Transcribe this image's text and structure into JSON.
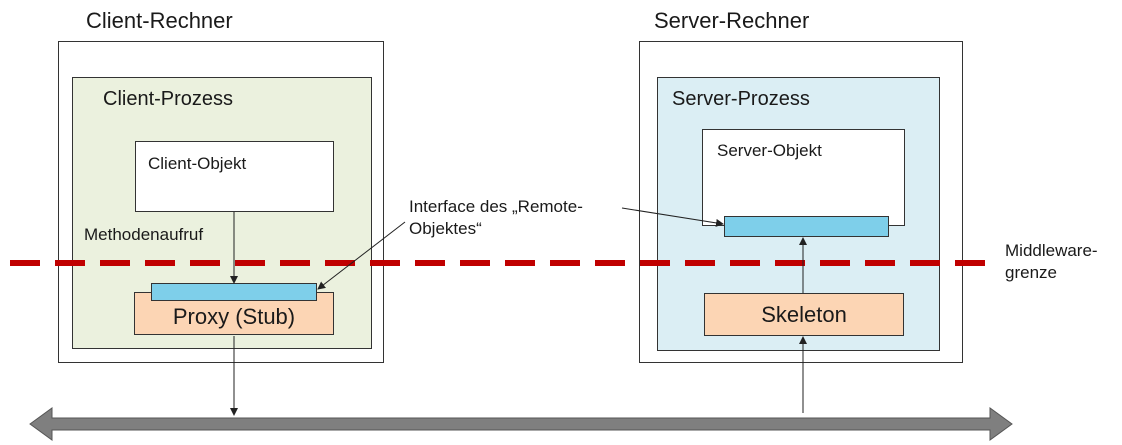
{
  "client": {
    "machine_label": "Client-Rechner",
    "process_label": "Client-Prozess",
    "object_label": "Client-Objekt",
    "proxy_label": "Proxy (Stub)",
    "call_label": "Methodenaufruf"
  },
  "server": {
    "machine_label": "Server-Rechner",
    "process_label": "Server-Prozess",
    "object_label": "Server-Objekt",
    "skeleton_label": "Skeleton"
  },
  "interface_label": {
    "line1": "Interface des „Remote-",
    "line2": "Objektes“"
  },
  "middleware_label": {
    "line1": "Middleware-",
    "line2": "grenze"
  },
  "colors": {
    "client_process_fill": "#ebf1de",
    "server_process_fill": "#dbeef4",
    "component_fill": "#fcd5b4",
    "interface_fill": "#7ecfea",
    "middleware_line": "#c00000",
    "network_arrow": "#7f7f7f"
  }
}
